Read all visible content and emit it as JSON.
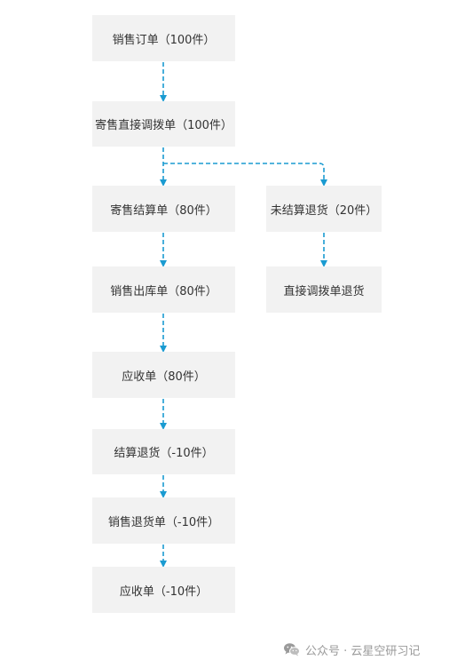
{
  "nodes": {
    "sales_order": "销售订单（100件）",
    "consignment_transfer": "寄售直接调拨单（100件）",
    "consignment_settlement": "寄售结算单（80件）",
    "unsettled_return": "未结算退货（20件）",
    "sales_outbound": "销售出库单（80件）",
    "transfer_return": "直接调拨单退货",
    "receivable": "应收单（80件）",
    "settlement_return": "结算退货（-10件）",
    "sales_return": "销售退货单（-10件）",
    "receivable_negative": "应收单（-10件）"
  },
  "watermark": {
    "text": "公众号 · 云星空研习记",
    "icon": "wechat-icon"
  },
  "colors": {
    "node_fill": "#f2f2f2",
    "arrow": "#1a9bd1",
    "text": "#333333"
  }
}
